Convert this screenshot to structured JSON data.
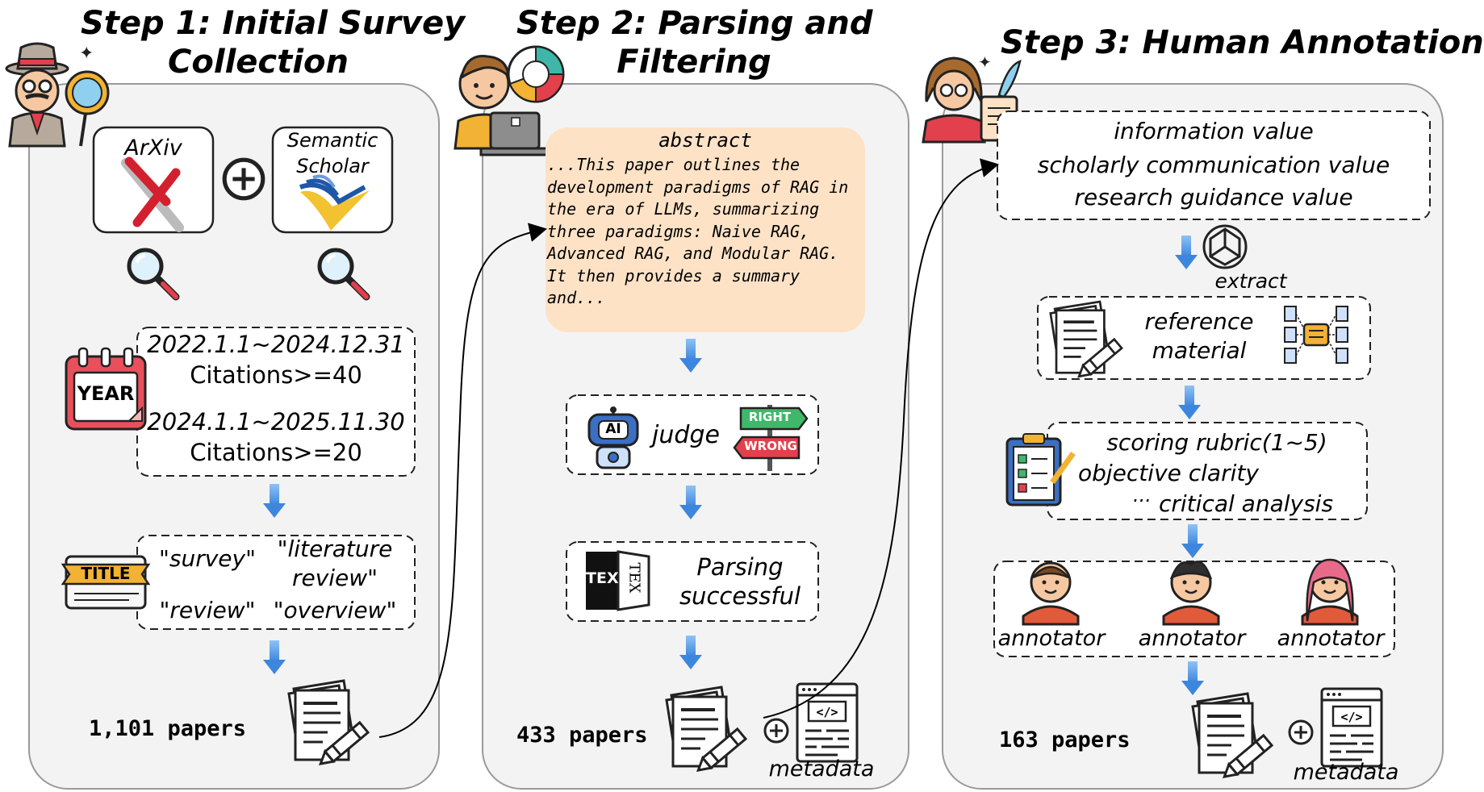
{
  "steps": [
    {
      "title_line1": "Step 1: Initial Survey",
      "title_line2": "Collection"
    },
    {
      "title_line1": "Step 2: Parsing and",
      "title_line2": "Filtering"
    },
    {
      "title_line1": "Step 3: Human Annotation"
    }
  ],
  "step1": {
    "sources": [
      "ArXiv",
      "Semantic",
      "Scholar"
    ],
    "date_filters": [
      {
        "range": "2022.1.1~2024.12.31",
        "citations": "Citations>=40"
      },
      {
        "range": "2024.1.1~2025.11.30",
        "citations": "Citations>=20"
      }
    ],
    "calendar_label": "YEAR",
    "title_badge": "TITLE",
    "keywords": [
      "\"survey\"",
      "\"literature",
      "review\"",
      "\"review\"",
      "\"overview\""
    ],
    "count": "1,101 papers"
  },
  "step2": {
    "abstract_heading": "abstract",
    "abstract_lines": [
      "...This paper outlines the",
      "development paradigms of RAG in",
      "the era of LLMs, summarizing",
      "three paradigms: Naive RAG,",
      "Advanced RAG, and Modular RAG.",
      "It then provides a summary",
      "and..."
    ],
    "judge_label": "judge",
    "ai_label": "AI",
    "sign_right": "RIGHT",
    "sign_wrong": "WRONG",
    "tex_label": "TEX",
    "tex_side": "TEX",
    "parsing_line1": "Parsing",
    "parsing_line2": "successful",
    "count": "433 papers",
    "metadata_label": "metadata"
  },
  "step3": {
    "values": [
      "information value",
      "scholarly communication value",
      "research guidance value"
    ],
    "extract_label": "extract",
    "reference_line1": "reference",
    "reference_line2": "material",
    "rubric_lines": [
      "scoring rubric(1~5)",
      "objective clarity",
      "critical analysis"
    ],
    "rubric_ellipsis": "...",
    "annotators": [
      "annotator",
      "annotator",
      "annotator"
    ],
    "count": "163 papers",
    "metadata_label": "metadata"
  },
  "colors": {
    "panel_border": "#9a9a9a",
    "arrow_blue": "#4a90e2",
    "abstract_bg": "#fde2c6",
    "calendar_red": "#e8505b",
    "title_gold": "#f2b233"
  }
}
